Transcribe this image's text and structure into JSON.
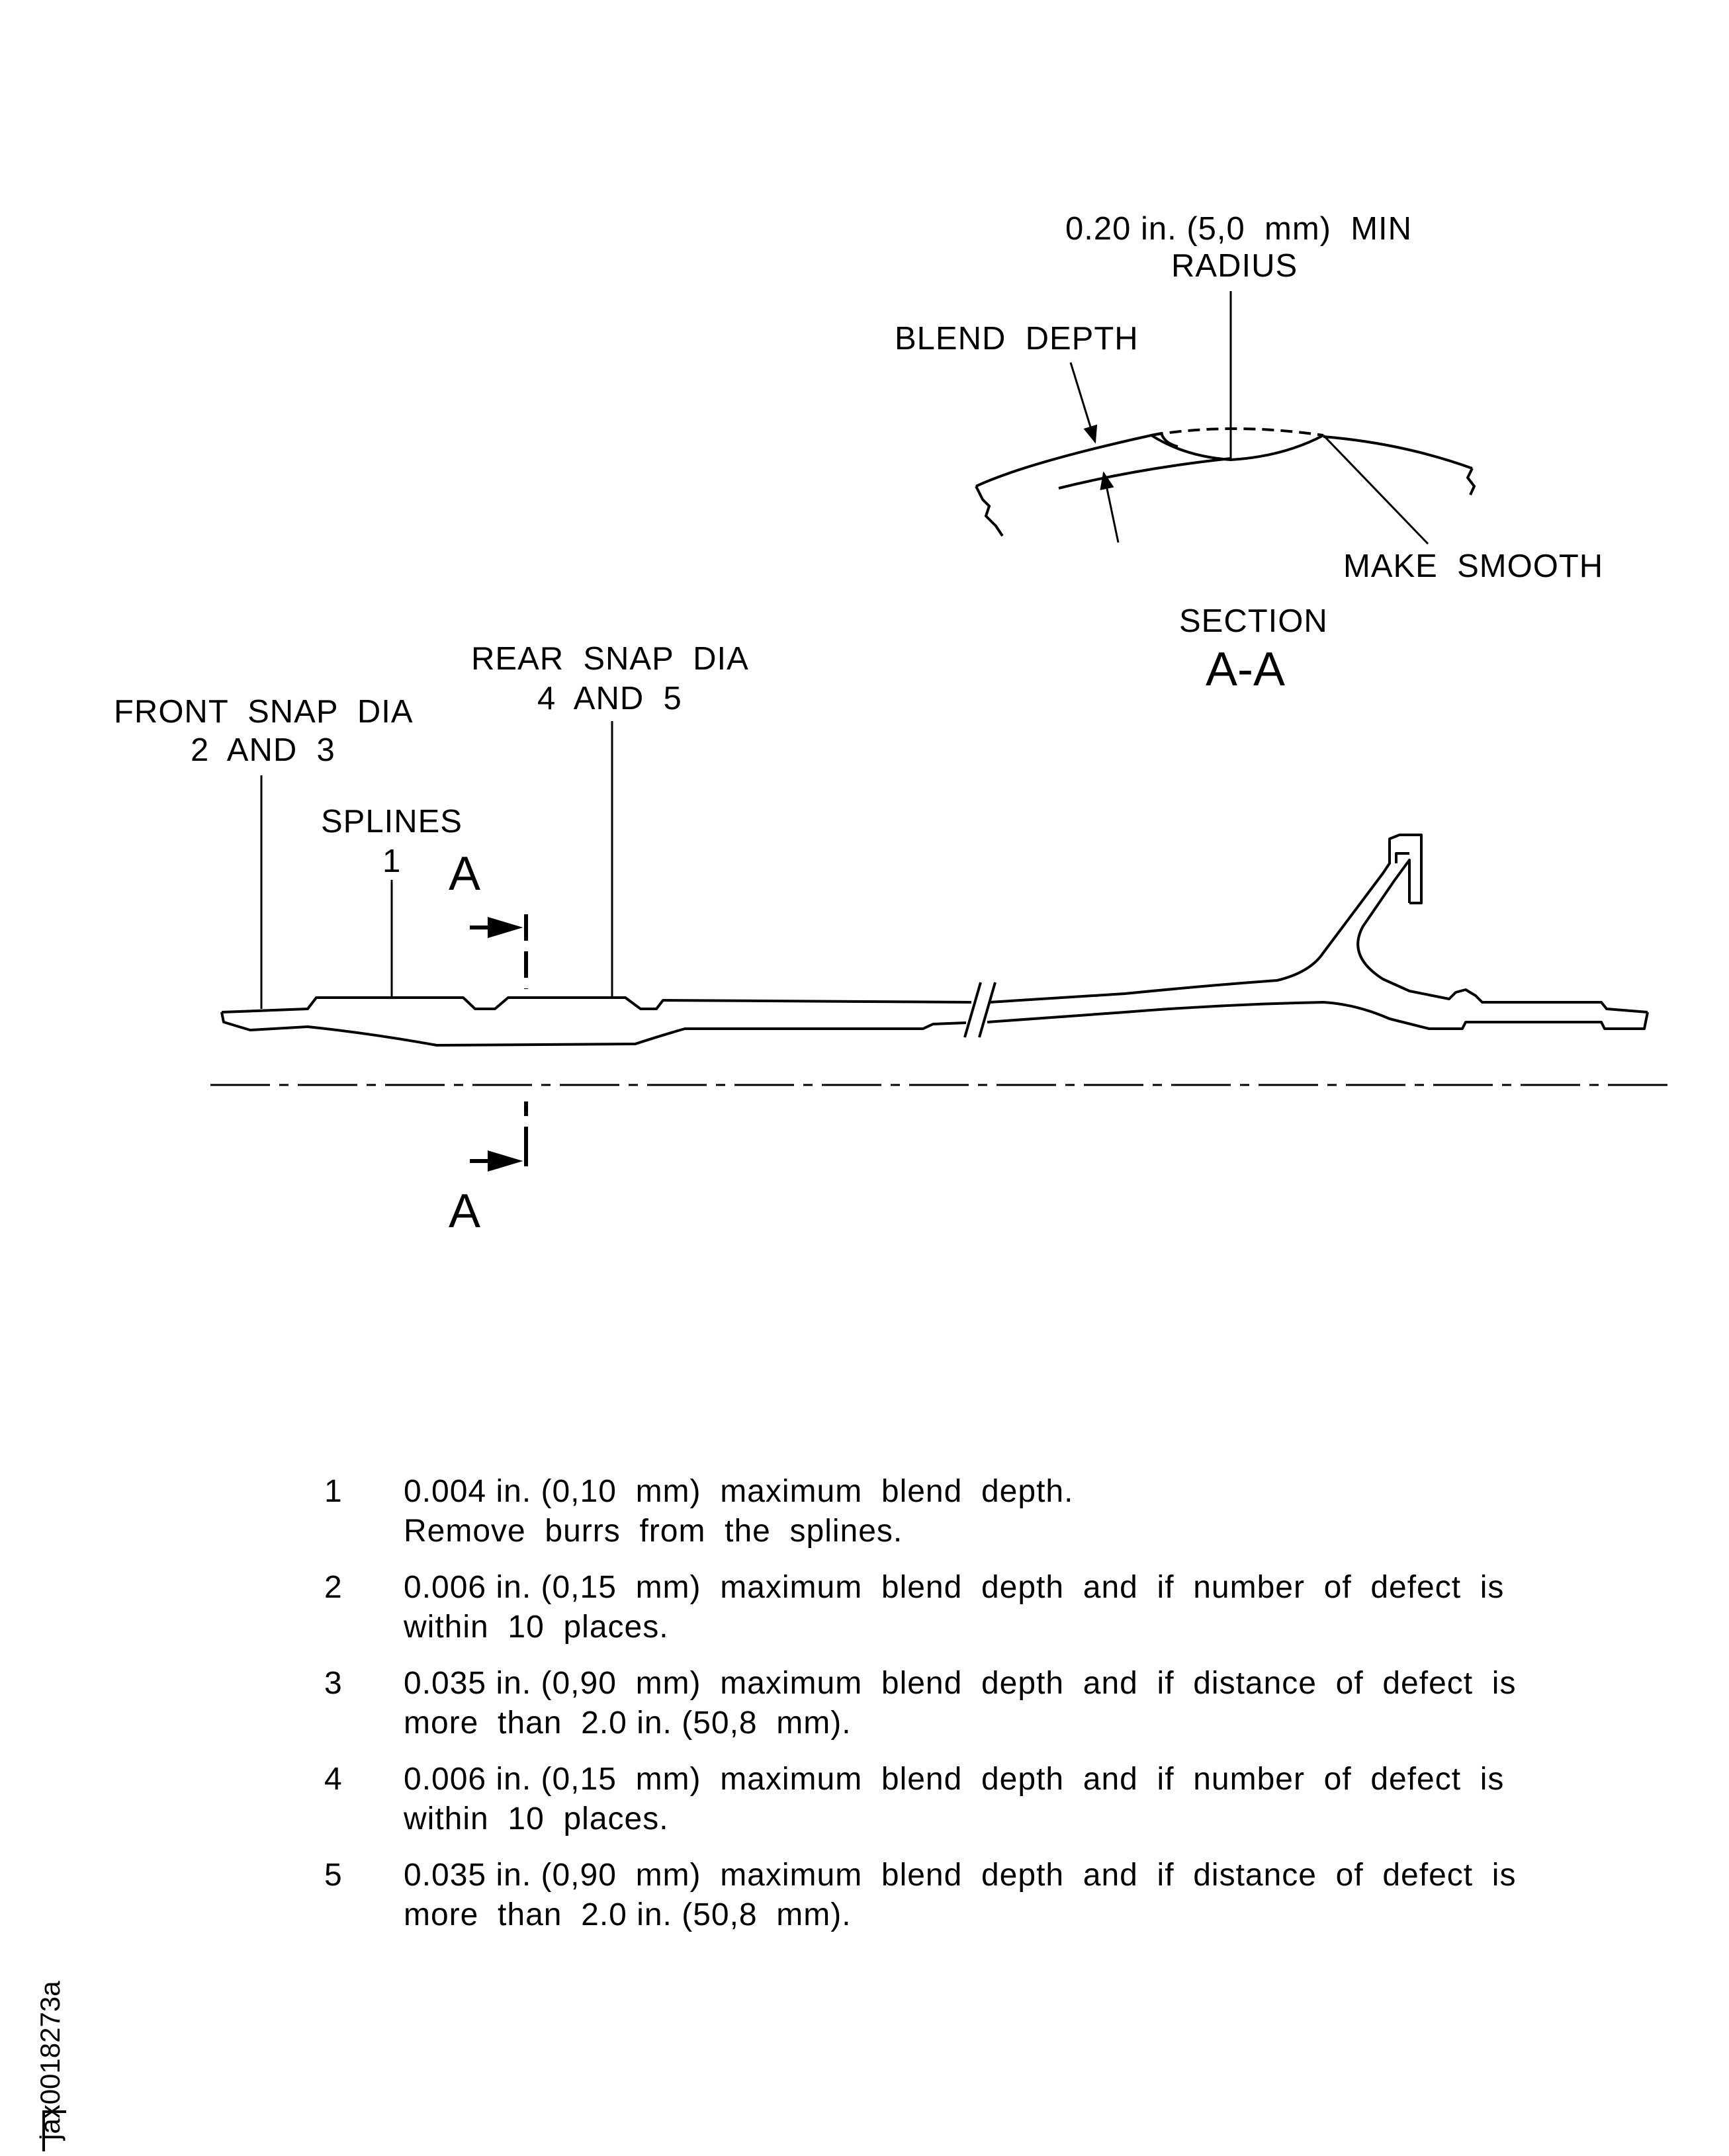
{
  "section_view": {
    "radius_label_line1": "0.20 in. (5,0  mm)  MIN",
    "radius_label_line2": "RADIUS",
    "blend_depth_label": "BLEND  DEPTH",
    "make_smooth_label": "MAKE  SMOOTH",
    "section_word": "SECTION",
    "section_id": "A-A"
  },
  "part_view": {
    "front_snap_line1": "FRONT  SNAP  DIA",
    "front_snap_line2": "2  AND  3",
    "rear_snap_line1": "REAR  SNAP  DIA",
    "rear_snap_line2": "4  AND  5",
    "splines_line1": "SPLINES",
    "splines_line2": "1",
    "cut_marker_top": "A",
    "cut_marker_bottom": "A"
  },
  "notes": [
    {
      "number": "1",
      "lines": [
        "0.004 in. (0,10  mm)  maximum  blend  depth.",
        "Remove  burrs  from  the  splines."
      ]
    },
    {
      "number": "2",
      "lines": [
        "0.006 in. (0,15  mm)  maximum  blend  depth  and  if  number  of  defect  is",
        "within  10  places."
      ]
    },
    {
      "number": "3",
      "lines": [
        "0.035 in. (0,90  mm)  maximum  blend  depth  and  if  distance  of  defect  is",
        "more  than  2.0 in. (50,8  mm)."
      ]
    },
    {
      "number": "4",
      "lines": [
        "0.006 in. (0,15  mm)  maximum  blend  depth  and  if  number  of  defect  is",
        "within  10  places."
      ]
    },
    {
      "number": "5",
      "lines": [
        "0.035 in. (0,90  mm)  maximum  blend  depth  and  if  distance  of  defect  is",
        "more  than  2.0 in. (50,8  mm)."
      ]
    }
  ],
  "figure_id": "jax0018273a"
}
